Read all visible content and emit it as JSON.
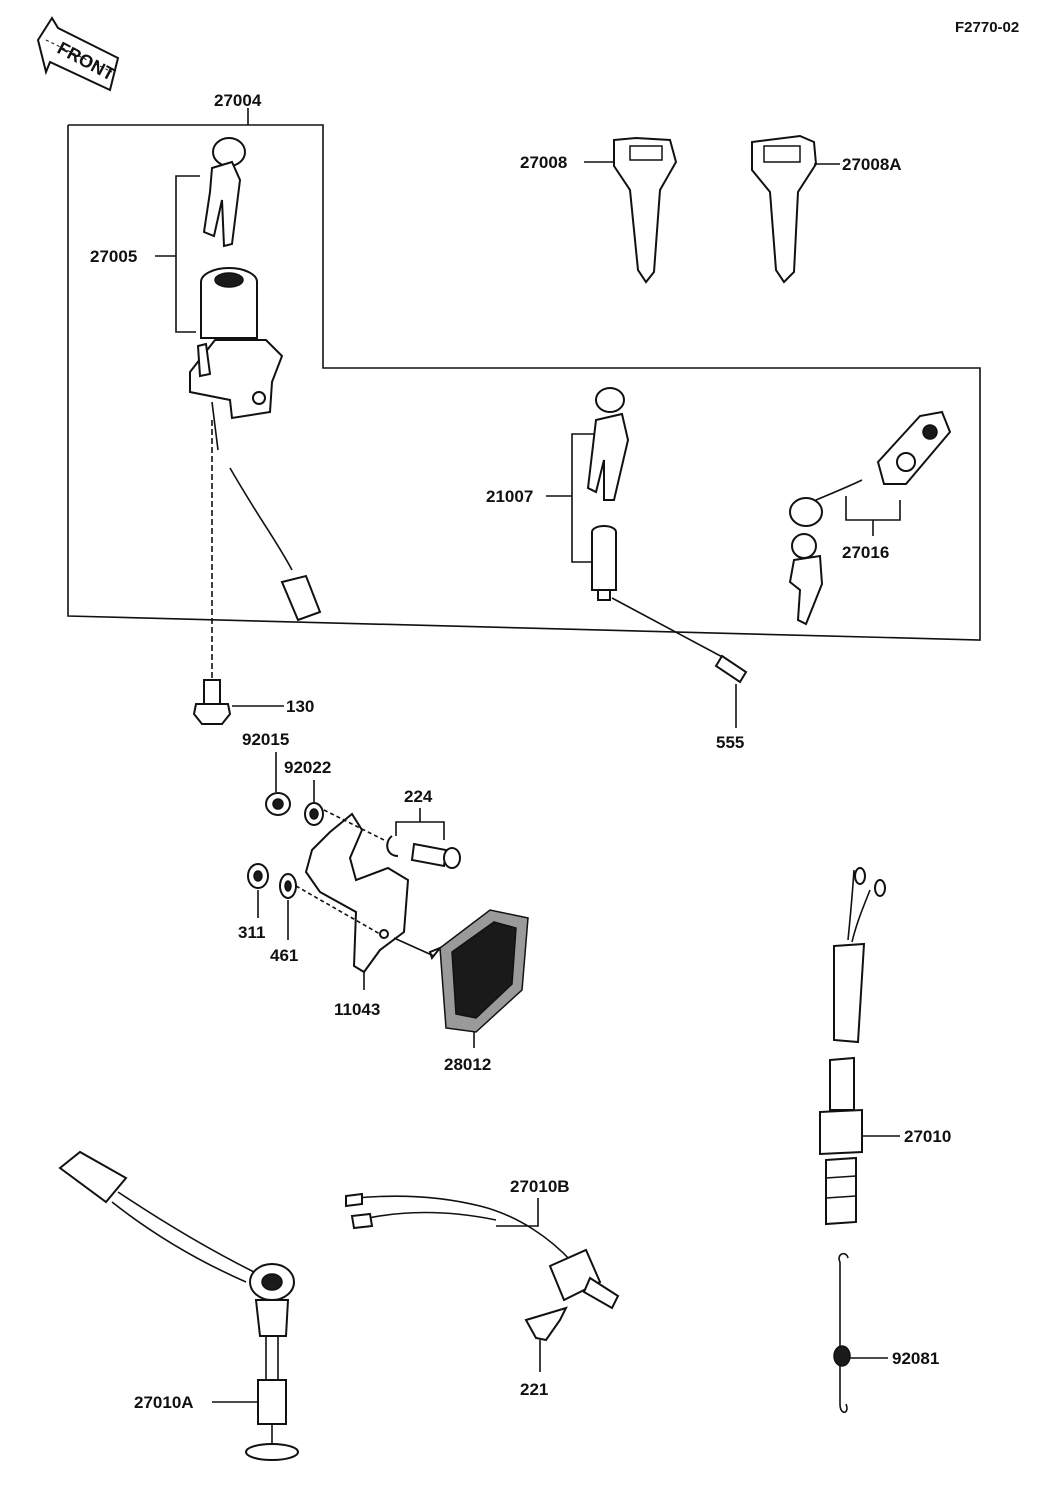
{
  "figure_code": "F2770-02",
  "front_label": "FRONT",
  "parts": {
    "p27004": "27004",
    "p27005": "27005",
    "p27008": "27008",
    "p27008A": "27008A",
    "p21007": "21007",
    "p27016": "27016",
    "p130": "130",
    "p555": "555",
    "p92015": "92015",
    "p92022": "92022",
    "p224": "224",
    "p311": "311",
    "p461": "461",
    "p11043": "11043",
    "p28012": "28012",
    "p27010": "27010",
    "p27010B": "27010B",
    "p221": "221",
    "p27010A": "27010A",
    "p92081": "92081"
  }
}
